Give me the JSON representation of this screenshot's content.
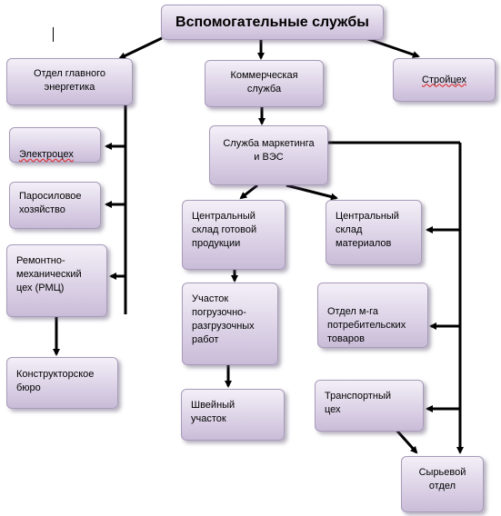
{
  "diagram": {
    "title": "Вспомогательные службы",
    "nodes": {
      "chief_energy": "Отдел главного\nэнергетика",
      "commercial": "Коммерческая\nслужба",
      "construction": "Стройцех",
      "electro": "Электроцех",
      "steam": "Паросиловое\nхозяйство",
      "repair": "Ремонтно-\nмеханический\nцех (РМЦ)",
      "marketing": "Служба маркетинга\nи ВЭС",
      "finished_goods": "Центральный\nсклад готовой\nпродукции",
      "materials": "Центральный\nсклад\nматериалов",
      "loading": "Участок\nпогрузочно-\nразгрузочных\nработ",
      "consumer_goods": "Отдел м-га\nпотребительских\nтоваров",
      "design": "Конструкторское\nбюро",
      "sewing": "Швейный\nучасток",
      "transport": "Транспортный\nцех",
      "raw": "Сырьевой\nотдел"
    }
  }
}
